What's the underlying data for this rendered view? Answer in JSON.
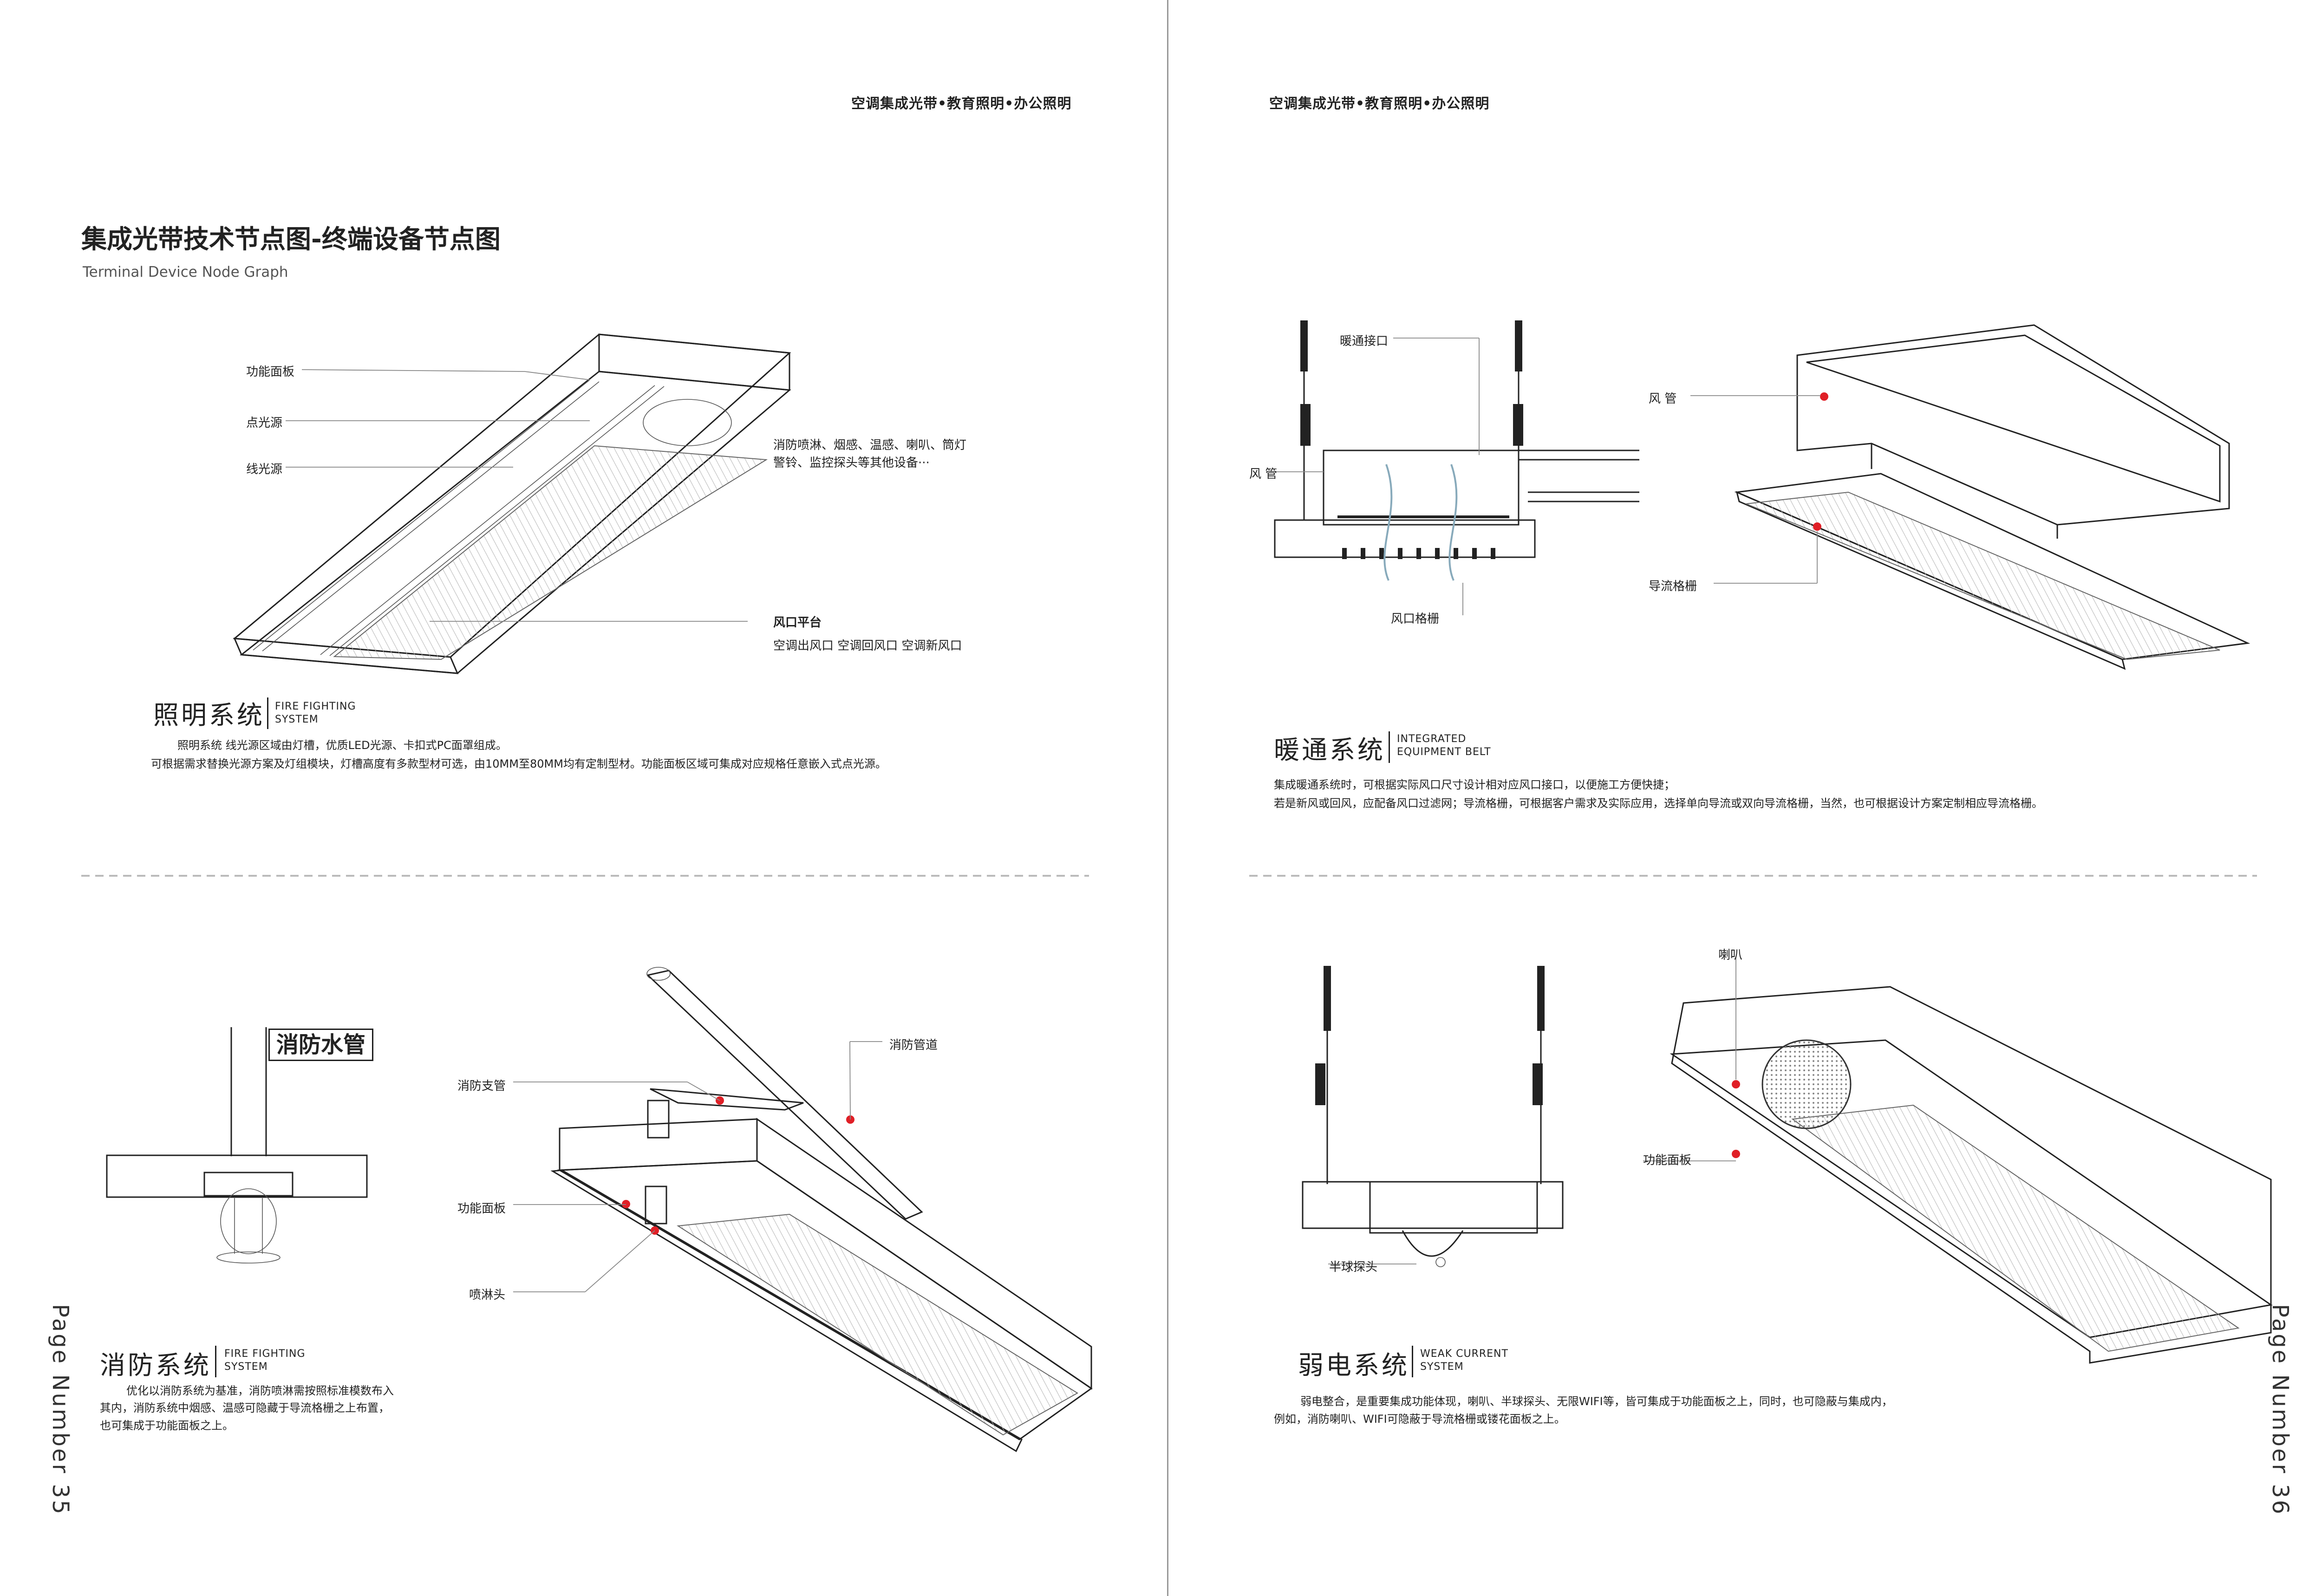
{
  "header": {
    "left": "空调集成光带•教育照明•办公照明",
    "right": "空调集成光带•教育照明•办公照明"
  },
  "title": {
    "main": "集成光带技术节点图-终端设备节点图",
    "sub": "Terminal Device Node Graph"
  },
  "lighting": {
    "labels": {
      "panel": "功能面板",
      "point": "点光源",
      "line": "线光源",
      "devices": [
        "消防喷淋、烟感、温感、喇叭、筒灯",
        "警铃、监控探头等其他设备···"
      ],
      "vent_title": "风口平台",
      "vent_desc": "空调出风口  空调回风口  空调新风口"
    },
    "section_zh": "照明系统",
    "section_en": [
      "FIRE FIGHTING",
      "SYSTEM"
    ],
    "desc": [
      "照明系统 线光源区域由灯槽，优质LED光源、卡扣式PC面罩组成。",
      "可根据需求替换光源方案及灯组模块，灯槽高度有多款型材可选，由10MM至80MM均有定制型材。功能面板区域可集成对应规格任意嵌入式点光源。"
    ]
  },
  "hvac": {
    "labels": {
      "interface": "暖通接口",
      "duct_left": "风 管",
      "grille": "风口格栅",
      "duct_right": "风 管",
      "guide": "导流格栅"
    },
    "section_zh": "暖通系统",
    "section_en": [
      "INTEGRATED",
      "EQUIPMENT BELT"
    ],
    "desc": [
      "集成暖通系统时，可根据实际风口尺寸设计相对应风口接口，以便施工方便快捷；",
      "若是新风或回风，应配备风口过滤网；导流格栅，可根据客户需求及实际应用，选择单向导流或双向导流格栅，当然，也可根据设计方案定制相应导流格栅。"
    ]
  },
  "fire": {
    "labels": {
      "water_pipe": "消防水管",
      "branch": "消防支管",
      "pipe": "消防管道",
      "panel": "功能面板",
      "sprinkler": "喷淋头"
    },
    "section_zh": "消防系统",
    "section_en": [
      "FIRE FIGHTING",
      "SYSTEM"
    ],
    "desc": [
      "优化以消防系统为基准，消防喷淋需按照标准模数布入",
      "其内，消防系统中烟感、温感可隐藏于导流格栅之上布置，",
      "也可集成于功能面板之上。"
    ]
  },
  "weak": {
    "labels": {
      "speaker": "喇叭",
      "panel": "功能面板",
      "dome": "半球探头"
    },
    "section_zh": "弱电系统",
    "section_en": [
      "WEAK CURRENT",
      "SYSTEM"
    ],
    "desc": [
      "弱电整合，是重要集成功能体现，喇叭、半球探头、无限WIFI等，皆可集成于功能面板之上，同时，也可隐蔽与集成内，",
      "例如，消防喇叭、WIFI可隐蔽于导流格栅或镂花面板之上。"
    ]
  },
  "page_numbers": {
    "left": "Page Number  35",
    "right": "Page Number  36"
  },
  "colors": {
    "accent_dot": "#e01f26",
    "line": "#222222"
  }
}
